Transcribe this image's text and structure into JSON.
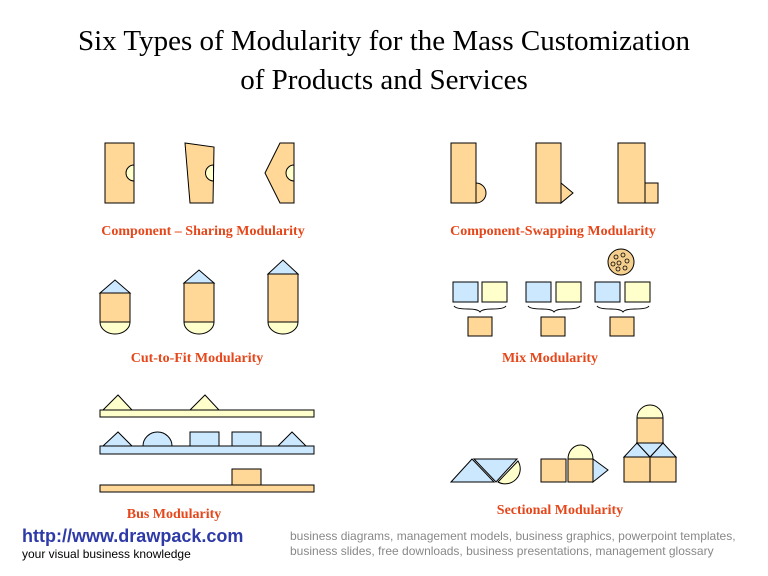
{
  "title_line1": "Six Types of Modularity for the Mass Customization",
  "title_line2": "of Products and Services",
  "labels": {
    "component_sharing": "Component – Sharing Modularity",
    "component_swapping": "Component-Swapping Modularity",
    "cut_to_fit": "Cut-to-Fit Modularity",
    "mix": "Mix Modularity",
    "bus": "Bus Modularity",
    "sectional": "Sectional Modularity"
  },
  "footer": {
    "url": "http://www.drawpack.com",
    "tagline": "your visual business knowledge",
    "keywords": "business diagrams, management models, business graphics, powerpoint templates, business slides, free downloads, business presentations, management glossary"
  },
  "colors": {
    "orange": "#FFD898",
    "blue": "#CCE8FF",
    "yellow": "#FFFFCC",
    "label": "#E5471B",
    "link": "#2E3AA8"
  }
}
